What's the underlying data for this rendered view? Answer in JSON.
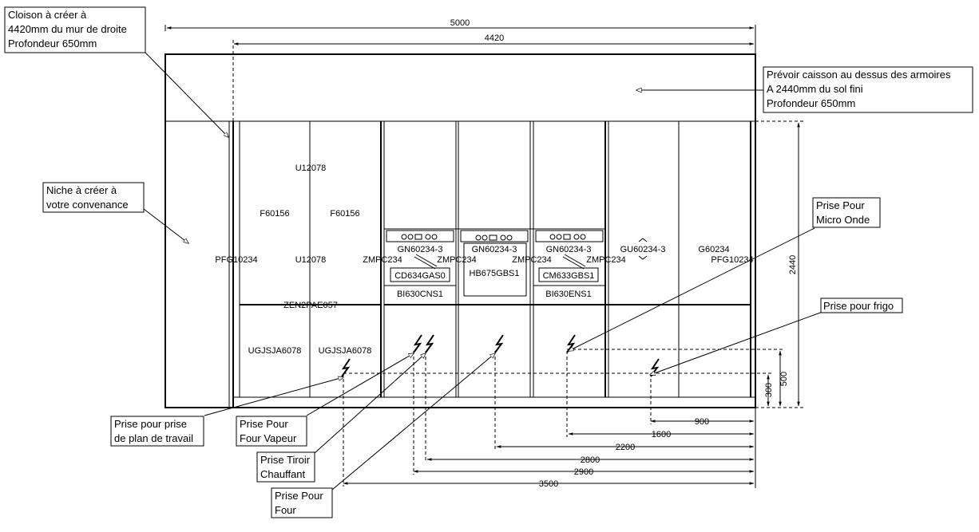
{
  "dimensions": {
    "total_width": "5000",
    "partition_width": "4420",
    "height": "2440",
    "h500": "500",
    "h300": "300",
    "d900": "900",
    "d1600": "1600",
    "d2200": "2200",
    "d2800": "2800",
    "d2900": "2900",
    "d3500": "3500"
  },
  "callouts": {
    "cloison": [
      "Cloison à créer à",
      "4420mm du mur de droite",
      "Profondeur 650mm"
    ],
    "caisson": [
      "Prévoir caisson au dessus des armoires",
      "A 2440mm du sol fini",
      "Profondeur 650mm"
    ],
    "niche": [
      "Niche à créer à",
      "votre convenance"
    ],
    "micro_onde": [
      "Prise Pour",
      "Micro Onde"
    ],
    "frigo": [
      "Prise pour frigo"
    ],
    "plan_travail": [
      "Prise pour prise",
      "de plan de travail"
    ],
    "four_vapeur": [
      "Prise Pour",
      "Four Vapeur"
    ],
    "tiroir": [
      "Prise Tiroir",
      "Chauffant"
    ],
    "four": [
      "Prise Pour",
      "Four"
    ]
  },
  "labels": {
    "u12078_top": "U12078",
    "f60156_a": "F60156",
    "f60156_b": "F60156",
    "pfg_left": "PFG10234",
    "u12078_mid": "U12078",
    "zmpc_1": "ZMPC234",
    "zmpc_2": "ZMPC234",
    "zmpc_3": "ZMPC234",
    "zmpc_4": "ZMPC234",
    "gn_1": "GN60234-3",
    "gn_2": "GN60234-3",
    "gn_3": "GN60234-3",
    "gu": "GU60234-3",
    "g60234": "G60234",
    "pfg_right": "PFG10234",
    "cd634": "CD634GAS0",
    "hb675": "HB675GBS1",
    "cm633": "CM633GBS1",
    "bi630c": "BI630CNS1",
    "bi630e": "BI630ENS1",
    "zen": "ZEN2PAE057",
    "ugjs_1": "UGJSJA6078",
    "ugjs_2": "UGJSJA6078"
  }
}
